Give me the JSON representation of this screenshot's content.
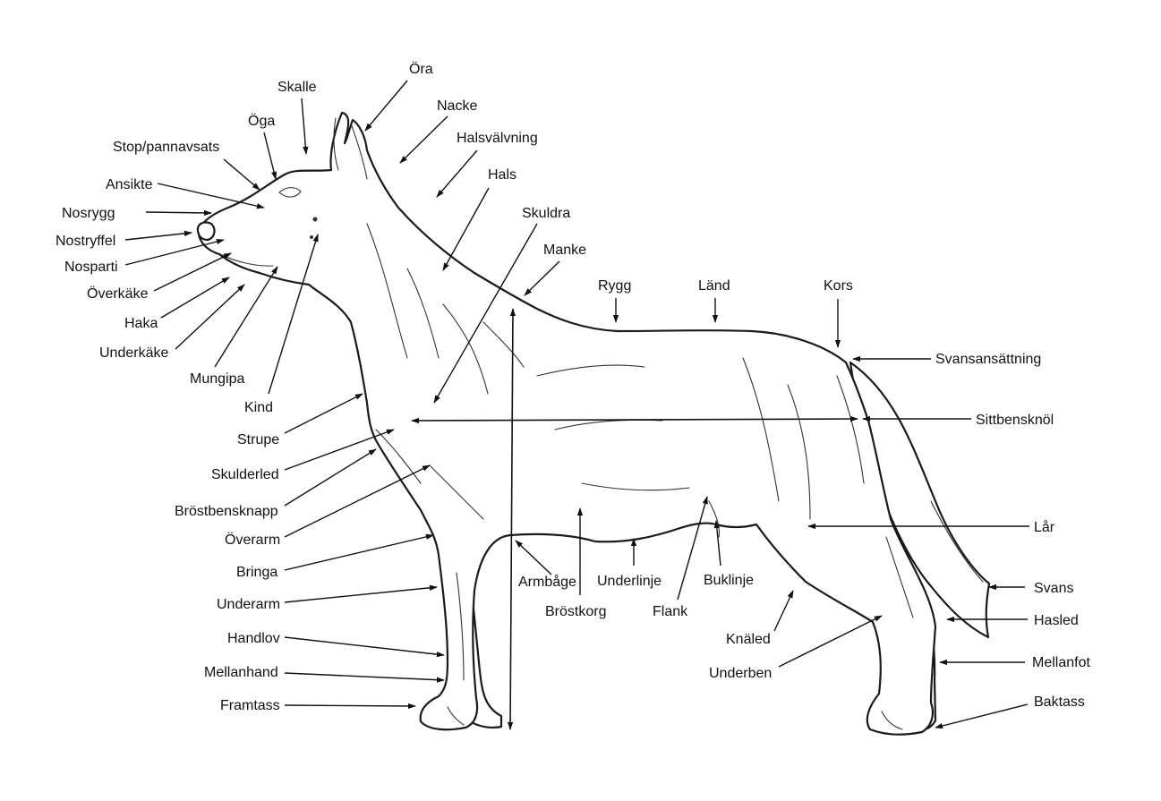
{
  "diagram": {
    "labels": {
      "ora": "Öra",
      "skalle": "Skalle",
      "nacke": "Nacke",
      "oga": "Öga",
      "halsvalvning": "Halsvälvning",
      "stop": "Stop/pannavsats",
      "hals": "Hals",
      "ansikte": "Ansikte",
      "skuldra": "Skuldra",
      "nosrygg": "Nosrygg",
      "nostryffel": "Nostryffel",
      "manke": "Manke",
      "nosparti": "Nosparti",
      "rygg": "Rygg",
      "land": "Länd",
      "kors": "Kors",
      "overkake": "Överkäke",
      "haka": "Haka",
      "svansansattning": "Svansansättning",
      "underkake": "Underkäke",
      "mungipa": "Mungipa",
      "kind": "Kind",
      "sittbensknol": "Sittbensknöl",
      "strupe": "Strupe",
      "skulderled": "Skulderled",
      "brostbensknapp": "Bröstbensknapp",
      "overarm": "Överarm",
      "lar": "Lår",
      "bringa": "Bringa",
      "armbage": "Armbåge",
      "underlinje": "Underlinje",
      "buklinje": "Buklinje",
      "svans": "Svans",
      "underarm": "Underarm",
      "brostkorg": "Bröstkorg",
      "flank": "Flank",
      "hasled": "Hasled",
      "handlov": "Handlov",
      "knaled": "Knäled",
      "mellanfot": "Mellanfot",
      "underben": "Underben",
      "mellanhand": "Mellanhand",
      "framtass": "Framtass",
      "baktass": "Baktass"
    },
    "colors": {
      "ink": "#111111",
      "background": "#ffffff"
    }
  }
}
